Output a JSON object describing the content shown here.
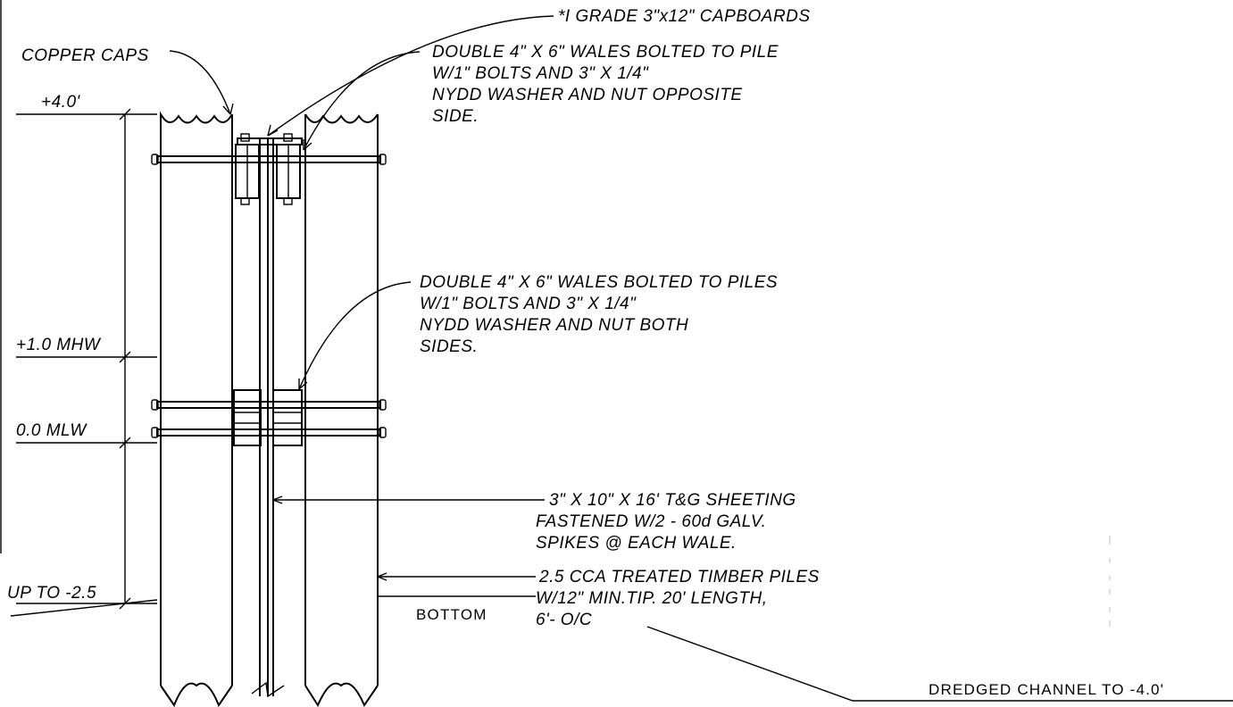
{
  "labels": {
    "capboards": "*I GRADE  3\"x12\" CAPBOARDS",
    "copper_caps": "COPPER CAPS",
    "elev_top": "+4.0'",
    "elev_mhw": "+1.0 MHW",
    "elev_mlw": "0.0 MLW",
    "elev_bottom": "UP TO -2.5",
    "bottom": "BOTTOM",
    "dredged_channel": "DREDGED CHANNEL TO -4.0'"
  },
  "notes": {
    "wales_top": [
      "DOUBLE  4\" X  6\" WALES  BOLTED  TO  PILE",
      "W/1\" BOLTS  AND  3\" X  1/4\"",
      "NYDD  WASHER  AND  NUT  OPPOSITE",
      "SIDE."
    ],
    "wales_mid": [
      "DOUBLE  4\" X  6\" WALES  BOLTED  TO  PILES",
      "W/1\" BOLTS  AND  3\" X  1/4\"",
      "NYDD  WASHER  AND  NUT  BOTH",
      "SIDES."
    ],
    "sheeting": [
      "3\" X  10\" X  16' T&G  SHEETING",
      "FASTENED  W/2  - 60d  GALV.",
      "SPIKES  @  EACH  WALE."
    ],
    "piles": [
      "2.5  CCA  TREATED  TIMBER  PILES",
      "W/12\" MIN.TIP. 20' LENGTH,",
      "6'- O/C"
    ]
  }
}
